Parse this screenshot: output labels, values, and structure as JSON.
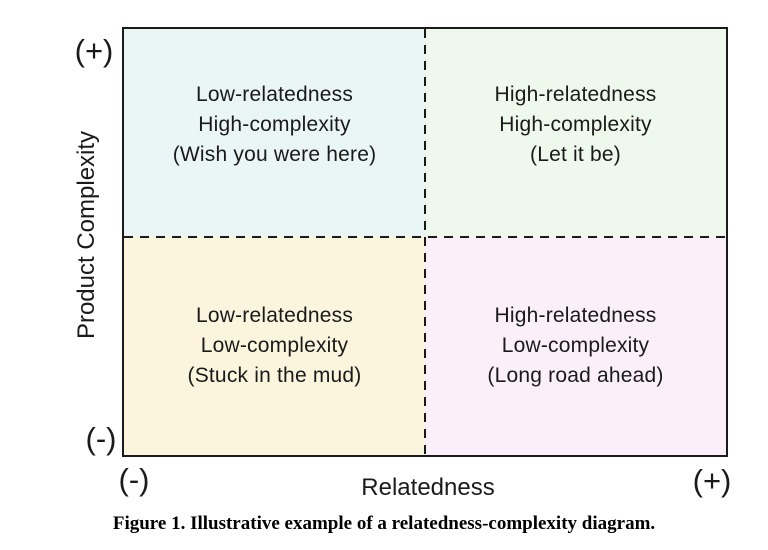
{
  "figure": {
    "caption": "Figure 1. Illustrative example of a relatedness-complexity diagram."
  },
  "axes": {
    "y": {
      "label": "Product Complexity",
      "plus": "(+)",
      "minus": "(-)"
    },
    "x": {
      "label": "Relatedness",
      "plus": "(+)",
      "minus": "(-)"
    }
  },
  "quadrants": [
    {
      "name": "low-relatedness-high-complexity",
      "lines": [
        "Low-relatedness",
        "High-complexity",
        "(Wish you were here)"
      ],
      "color": "#e9f6f5"
    },
    {
      "name": "high-relatedness-high-complexity",
      "lines": [
        "High-relatedness",
        "High-complexity",
        "(Let it be)"
      ],
      "color": "#eff8ec"
    },
    {
      "name": "low-relatedness-low-complexity",
      "lines": [
        "Low-relatedness",
        "Low-complexity",
        "(Stuck in the mud)"
      ],
      "color": "#fcf5de"
    },
    {
      "name": "high-relatedness-low-complexity",
      "lines": [
        "High-relatedness",
        "Low-complexity",
        "(Long road ahead)"
      ],
      "color": "#fbeffa"
    }
  ],
  "colors": {
    "border": "#1a1a1a",
    "dashed_line": "#1a1a1a",
    "text": "#1a1a1a",
    "background": "#ffffff"
  }
}
